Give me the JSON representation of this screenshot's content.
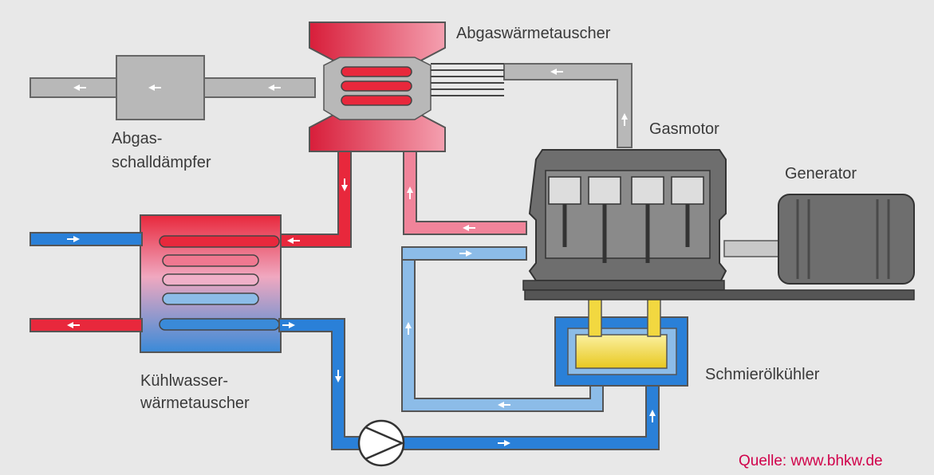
{
  "labels": {
    "exhaust_hx": "Abgaswärmetauscher",
    "muffler_line1": "Abgas-",
    "muffler_line2": "schalldämpfer",
    "gas_engine": "Gasmotor",
    "generator": "Generator",
    "coolant_hx_line1": "Kühlwasser-",
    "coolant_hx_line2": "wärmetauscher",
    "oil_cooler": "Schmierölkühler"
  },
  "source": "Quelle: www.bhkw.de",
  "colors": {
    "background": "#e8e8e8",
    "hot": "#e8283c",
    "warm": "#f0849a",
    "cool": "#8cbce8",
    "cold": "#2a80d8",
    "exhaust_pipe": "#b8b8b8",
    "machine": "#6e6e6e",
    "oil": "#f2d840",
    "source_text": "#d0004a"
  }
}
